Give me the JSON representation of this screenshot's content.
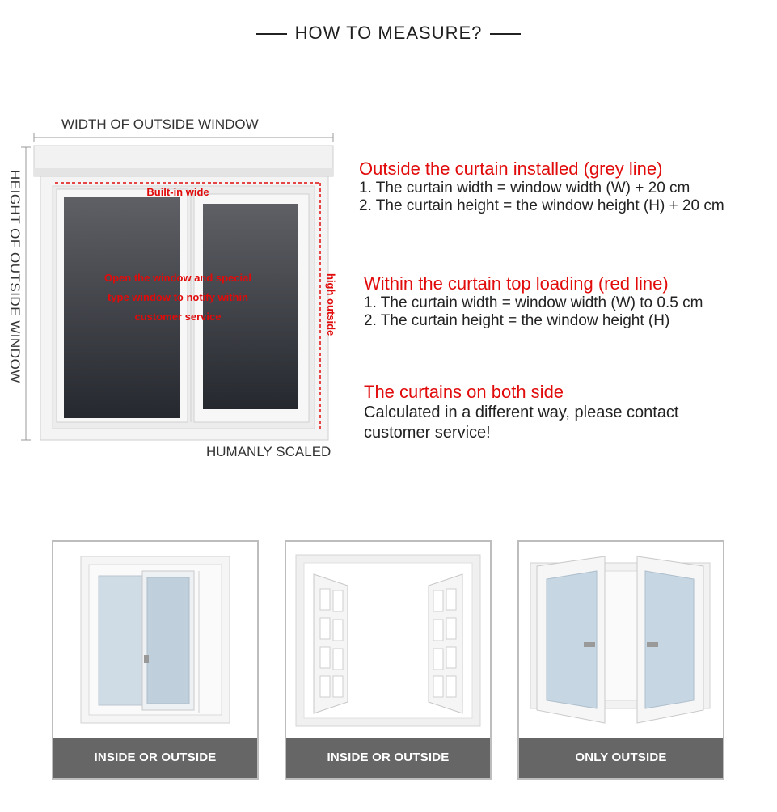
{
  "title": "HOW TO MEASURE?",
  "diagram": {
    "width_label": "WIDTH OF OUTSIDE WINDOW",
    "height_label": "HEIGHT OF OUTSIDE WINDOW",
    "scaled_label": "HUMANLY SCALED",
    "built_in_label": "Built-in wide",
    "note_lines": [
      "Open the window and special",
      "type window to notify within",
      "customer service"
    ],
    "high_outside_label": "high outside"
  },
  "info": {
    "outside": {
      "heading": "Outside the curtain installed (grey line)",
      "lines": [
        "1. The curtain width = window width (W) + 20 cm",
        "2. The curtain height = the window height (H) + 20 cm"
      ]
    },
    "within": {
      "heading": "Within the curtain top loading (red line)",
      "lines": [
        "1. The curtain width = window width (W) to 0.5 cm",
        "2. The curtain height = the window height (H)"
      ]
    },
    "both": {
      "heading": "The curtains on both side",
      "lines": [
        "Calculated in a different way, please contact",
        "customer service!"
      ]
    }
  },
  "panels": [
    {
      "caption": "INSIDE OR OUTSIDE"
    },
    {
      "caption": "INSIDE OR OUTSIDE"
    },
    {
      "caption": "ONLY OUTSIDE"
    }
  ],
  "colors": {
    "accent_red": "#e10b0b",
    "caption_bg": "#666666",
    "glass_dark": "#2f3238"
  }
}
